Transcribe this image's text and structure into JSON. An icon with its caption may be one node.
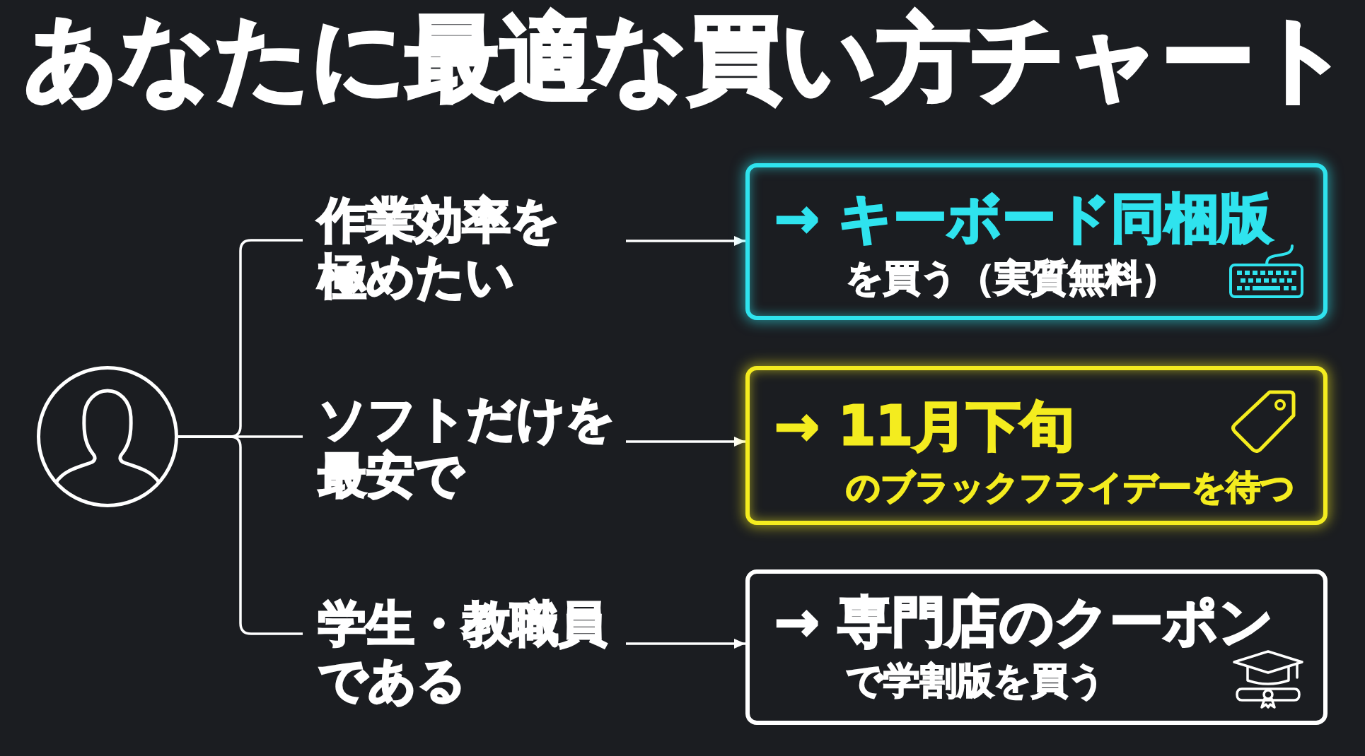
{
  "diagram": {
    "title": "あなたに最適な買い方チャート",
    "nodes": [
      {
        "text": [],
        "shape": "person"
      },
      {
        "text": [
          "作業効率を極めたい"
        ]
      },
      {
        "text": [
          "ソフトだけを最安で"
        ]
      },
      {
        "text": [
          "学生・教職員である"
        ]
      },
      {
        "text": [
          "→ キーボード同梱版",
          "を買う（実質無料）"
        ]
      },
      {
        "text": [
          "→ 11月下旬",
          "のブラックフライデーを待つ"
        ]
      },
      {
        "text": [
          "→ 専門店のクーポン",
          "で学割版を買う"
        ]
      }
    ],
    "edges": [
      {
        "from": 0,
        "to": 1,
        "arrow": "none"
      },
      {
        "from": 0,
        "to": 2,
        "arrow": "none"
      },
      {
        "from": 0,
        "to": 3,
        "arrow": "none"
      },
      {
        "from": 1,
        "to": 4,
        "arrow": "to"
      },
      {
        "from": 2,
        "to": 5,
        "arrow": "to"
      },
      {
        "from": 3,
        "to": 6,
        "arrow": "to"
      }
    ]
  }
}
